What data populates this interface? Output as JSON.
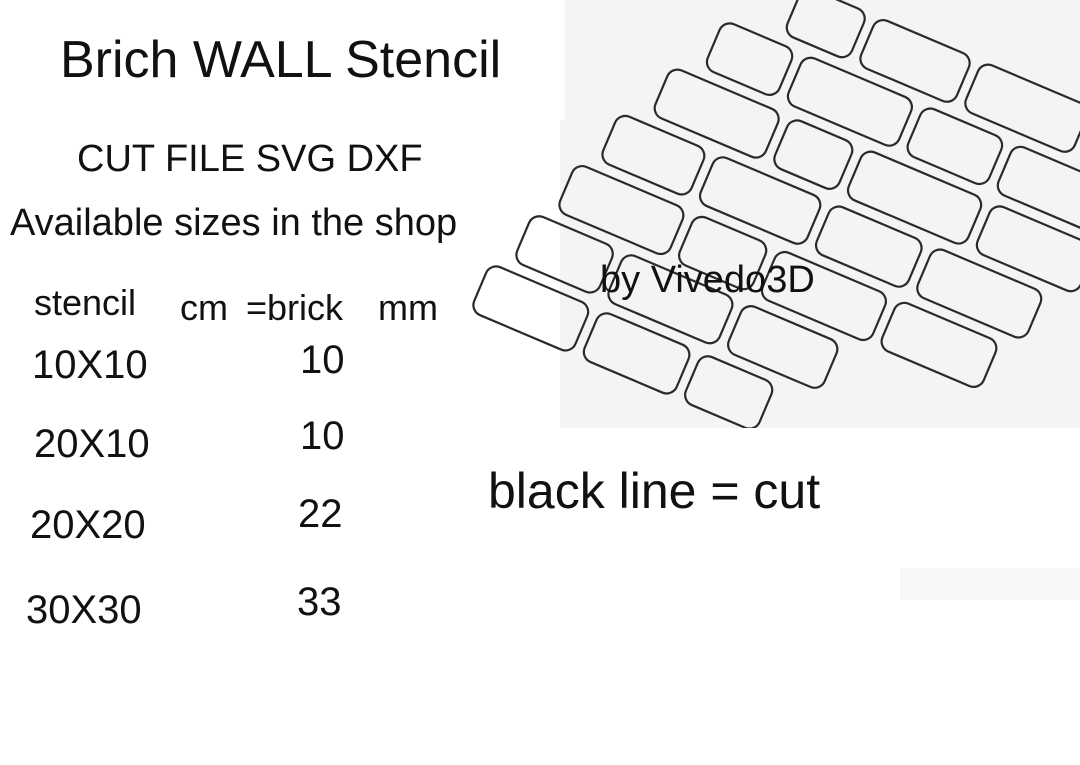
{
  "title": "Brich WALL Stencil",
  "subtitle": "CUT FILE SVG DXF",
  "availability": "Available sizes in the shop",
  "table": {
    "headers": {
      "stencil": "stencil",
      "cm": "cm",
      "brick": "=brick",
      "mm": "mm"
    },
    "rows": [
      {
        "size": "10X10",
        "brick": "10"
      },
      {
        "size": "20X10",
        "brick": "10"
      },
      {
        "size": "20X20",
        "brick": "22"
      },
      {
        "size": "30X30",
        "brick": "33"
      }
    ]
  },
  "byline": "by Vivedo3D",
  "legend": "black line = cut",
  "colors": {
    "text": "#111111",
    "outline": "#2a2a2a",
    "background": "#ffffff"
  }
}
